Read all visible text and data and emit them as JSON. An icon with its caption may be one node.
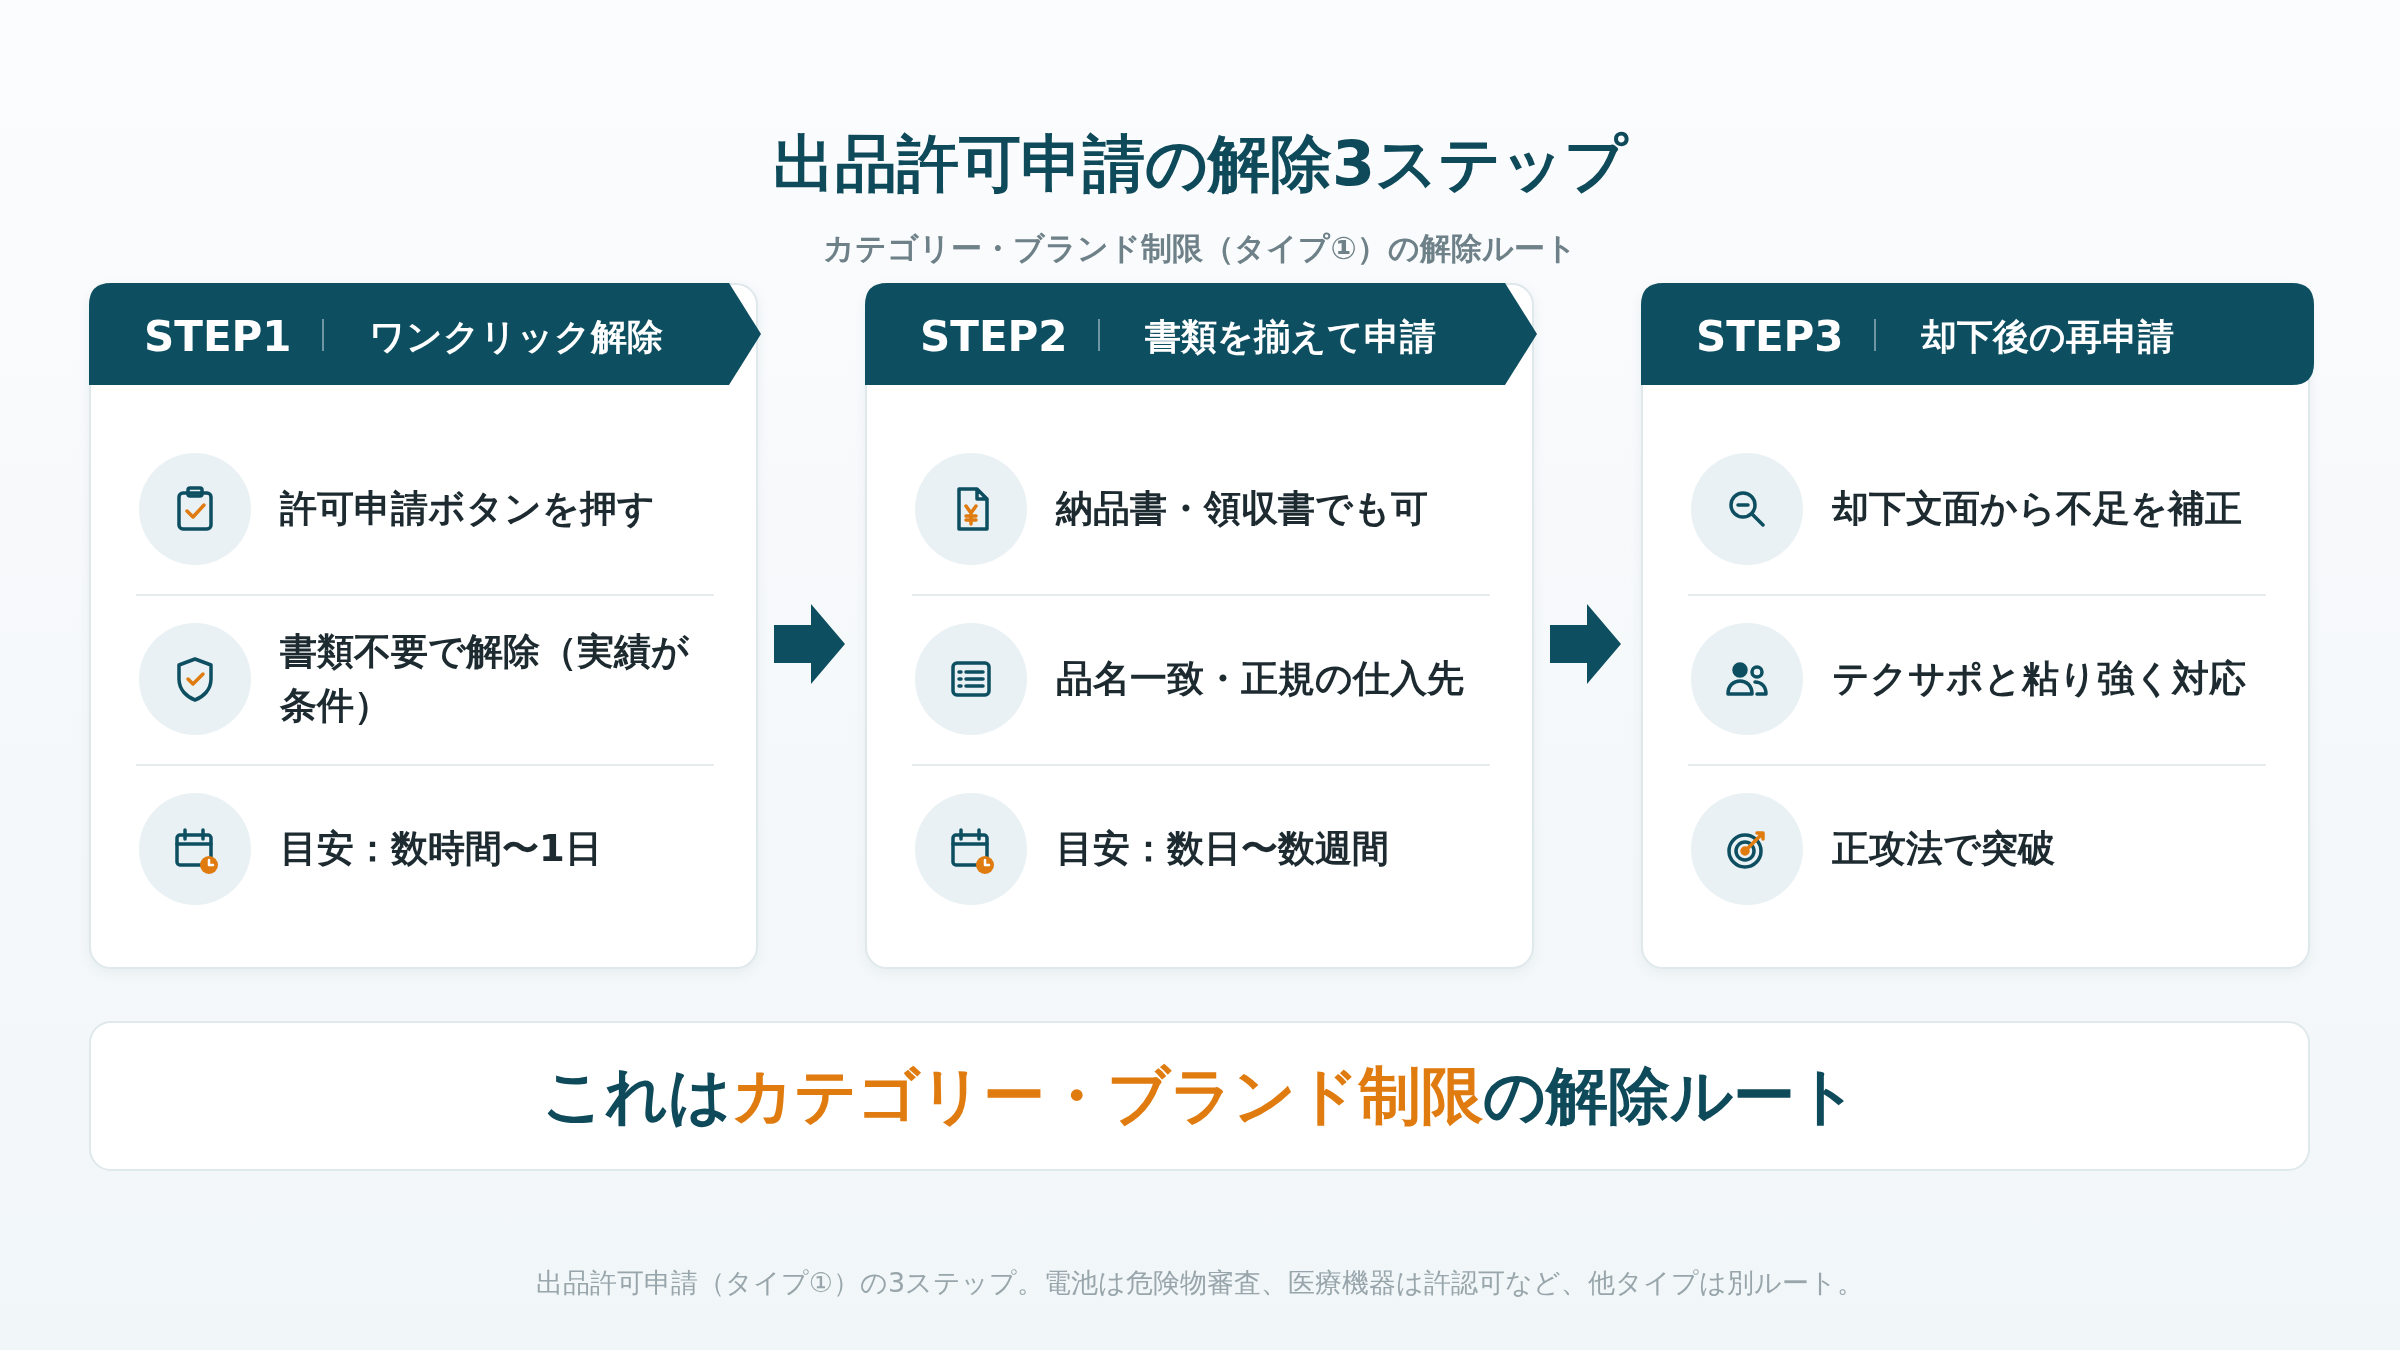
{
  "diagram": {
    "title": "出品許可申請の解除3ステップ",
    "caption": "出品許可申請（タイプ①）の3ステップ。電池は危険物審査、医療機器は許認可など、他タイプは別ルート。",
    "nodes": [
      {
        "text": [
          "STEP1",
          "ワンクリック解除"
        ]
      },
      {
        "text": [
          "許可申請ボタンを押す"
        ],
        "in": 0
      },
      {
        "text": [
          "書類不要で解除（実績が条件）"
        ],
        "in": 0
      },
      {
        "text": [
          "目安：数時間〜1日"
        ],
        "in": 0
      },
      {
        "text": [
          "STEP2",
          "書類を揃えて申請"
        ]
      },
      {
        "text": [
          "納品書・領収書でも可"
        ],
        "in": 4
      },
      {
        "text": [
          "品名一致・正規の仕入先"
        ],
        "in": 4
      },
      {
        "text": [
          "目安：数日〜数週間"
        ],
        "in": 4
      },
      {
        "text": [
          "STEP3",
          "却下後の再申請"
        ]
      },
      {
        "text": [
          "却下文面から不足を補正"
        ],
        "in": 8
      },
      {
        "text": [
          "テクサポと粘り強く対応"
        ],
        "in": 8
      },
      {
        "text": [
          "正攻法で突破"
        ],
        "in": 8
      },
      {
        "text": [
          "これは**カテゴリー・ブランド制限**の解除ルート"
        ]
      }
    ],
    "edges": [
      {
        "from": 0,
        "to": 4,
        "arrow": "to"
      },
      {
        "from": 4,
        "to": 8,
        "arrow": "to"
      }
    ],
    "labels": [
      "カテゴリー・ブランド制限（タイプ①）の解除ルート"
    ]
  }
}
